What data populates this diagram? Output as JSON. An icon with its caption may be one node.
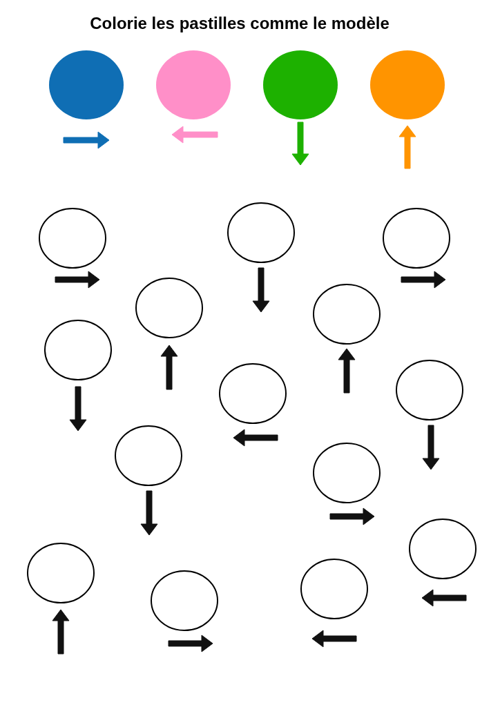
{
  "diagram": {
    "title": "Colorie les pastilles comme le modèle",
    "nodes": [
      {
        "text": [],
        "shape": "circle"
      },
      {
        "text": [],
        "shape": "circle"
      },
      {
        "text": [],
        "shape": "circle"
      },
      {
        "text": [],
        "shape": "circle"
      },
      {
        "text": [],
        "shape": "circle"
      },
      {
        "text": [],
        "shape": "circle"
      },
      {
        "text": [],
        "shape": "circle"
      },
      {
        "text": [],
        "shape": "circle"
      },
      {
        "text": [],
        "shape": "circle"
      },
      {
        "text": [],
        "shape": "circle"
      },
      {
        "text": [],
        "shape": "circle"
      },
      {
        "text": [],
        "shape": "circle"
      },
      {
        "text": [],
        "shape": "circle"
      },
      {
        "text": [],
        "shape": "circle"
      },
      {
        "text": [],
        "shape": "circle"
      },
      {
        "text": [],
        "shape": "circle"
      },
      {
        "text": [],
        "shape": "circle"
      },
      {
        "text": [],
        "shape": "circle"
      }
    ]
  }
}
